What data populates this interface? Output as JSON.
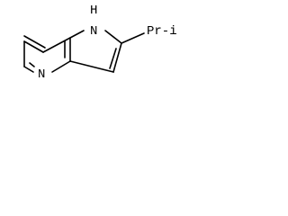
{
  "molecule": {
    "atoms": {
      "pyrrole_nitrogen": "N",
      "pyrrole_hydrogen": "H",
      "pyridine_nitrogen": "N",
      "substituent": "Pr-i"
    }
  }
}
